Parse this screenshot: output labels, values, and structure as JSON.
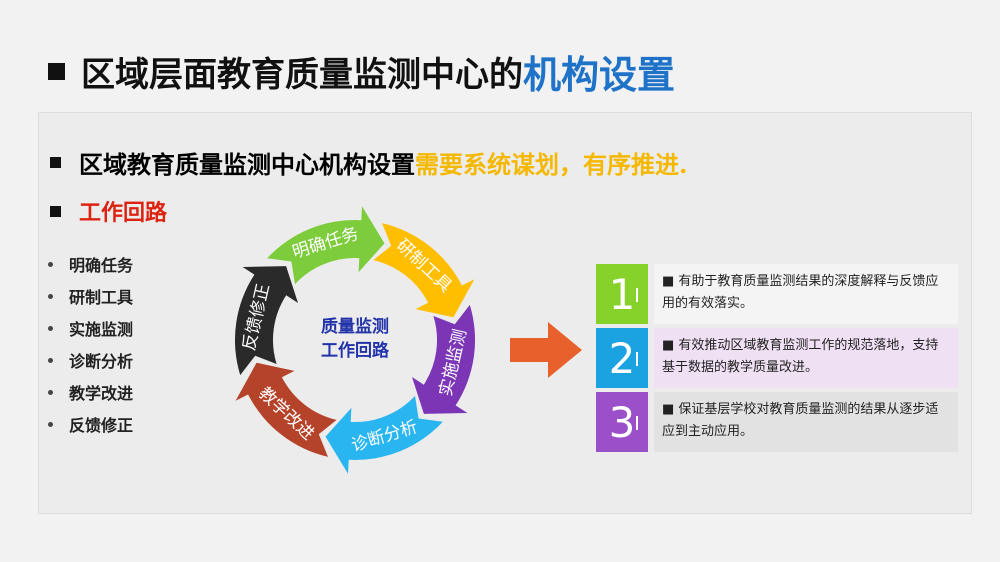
{
  "title": {
    "main": "区域层面教育质量监测中心的",
    "highlight": "机构设置"
  },
  "bullet1": {
    "main": "区域教育质量监测中心机构设置",
    "highlight": "需要系统谋划，有序推进."
  },
  "bullet2": "工作回路",
  "steps": [
    "明确任务",
    "研制工具",
    "实施监测",
    "诊断分析",
    "教学改进",
    "反馈修正"
  ],
  "cycle": {
    "center_line1": "质量监测",
    "center_line2": "工作回路",
    "colors": [
      "#7dcc3c",
      "#ffbe00",
      "#7b35b5",
      "#29b6f0",
      "#b5432a",
      "#2a2a2a"
    ]
  },
  "outcomes": [
    {
      "num": "1",
      "text": "有助于教育质量监测结果的深度解释与反馈应用的有效落实。",
      "color": "#86d12a",
      "bg": "#f4f4f4"
    },
    {
      "num": "2",
      "text": "有效推动区域教育监测工作的规范落地，支持基于数据的教学质量改进。",
      "color": "#1aa3e0",
      "bg": "#efe0f3"
    },
    {
      "num": "3",
      "text": "保证基层学校对教育质量监测的结果从逐步适应到主动应用。",
      "color": "#9b4fc9",
      "bg": "#e2e2e2"
    }
  ],
  "arrow_color": "#e8612c"
}
